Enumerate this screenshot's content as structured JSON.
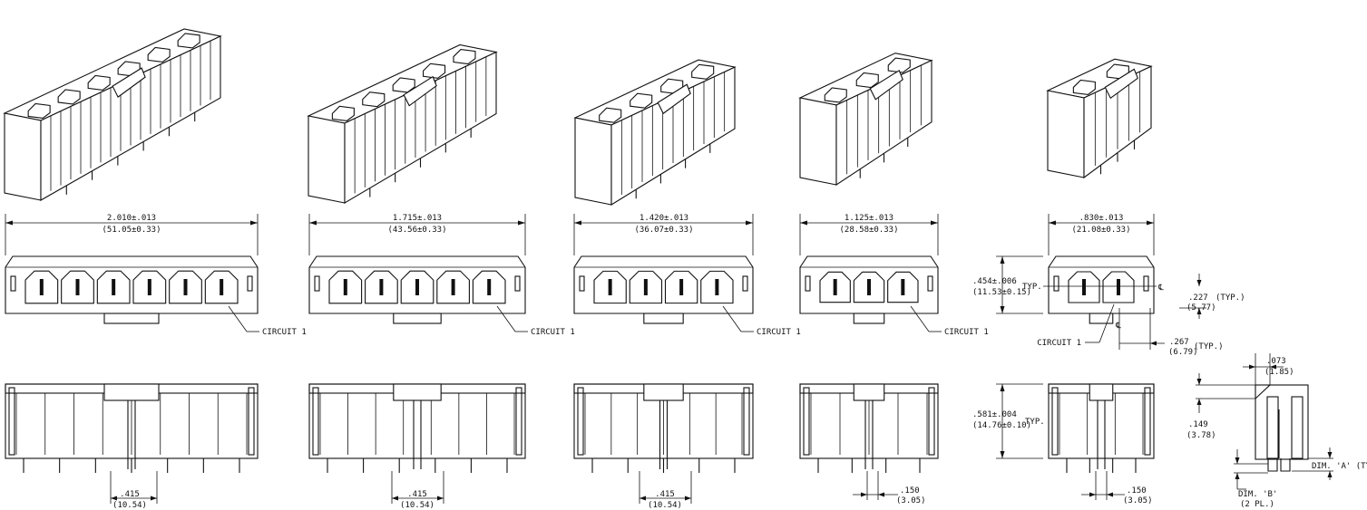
{
  "connectors": [
    {
      "circuits": 6,
      "overall": "2.010±.013",
      "overall_mm": "(51.05±0.33)",
      "circuit_label": "CIRCUIT 1",
      "pitch": ".415",
      "pitch_mm": "(10.54)"
    },
    {
      "circuits": 5,
      "overall": "1.715±.013",
      "overall_mm": "(43.56±0.33)",
      "circuit_label": "CIRCUIT 1",
      "pitch": ".415",
      "pitch_mm": "(10.54)"
    },
    {
      "circuits": 4,
      "overall": "1.420±.013",
      "overall_mm": "(36.07±0.33)",
      "circuit_label": "CIRCUIT 1",
      "pitch": ".415",
      "pitch_mm": "(10.54)"
    },
    {
      "circuits": 3,
      "overall": "1.125±.013",
      "overall_mm": "(28.58±0.33)",
      "circuit_label": "CIRCUIT 1",
      "pitch": ".150",
      "pitch_mm": "(3.05)"
    },
    {
      "circuits": 2,
      "overall": ".830±.013",
      "overall_mm": "(21.08±0.33)",
      "circuit_label": "CIRCUIT 1",
      "pitch": ".150",
      "pitch_mm": "(3.05)"
    }
  ],
  "callouts": {
    "height": ".454±.006",
    "height_mm": "(11.53±0.15)",
    "typ": "TYP.",
    "cavity_offset": ".227",
    "cavity_offset_mm": "(5.77)",
    "typ_paren": "(TYP.)",
    "cavity_pitch": ".267",
    "cavity_pitch_mm": "(6.79)",
    "centerline": "℄",
    "side_height": ".581±.004",
    "side_height_mm": "(14.76±0.10)",
    "detail_width": ".073",
    "detail_width_mm": "(1.85)",
    "detail_height": ".149",
    "detail_height_mm": "(3.78)",
    "dim_a": "DIM. 'A' (TYP.)",
    "dim_b": "DIM. 'B'",
    "dim_b_note": "(2 PL.)"
  }
}
